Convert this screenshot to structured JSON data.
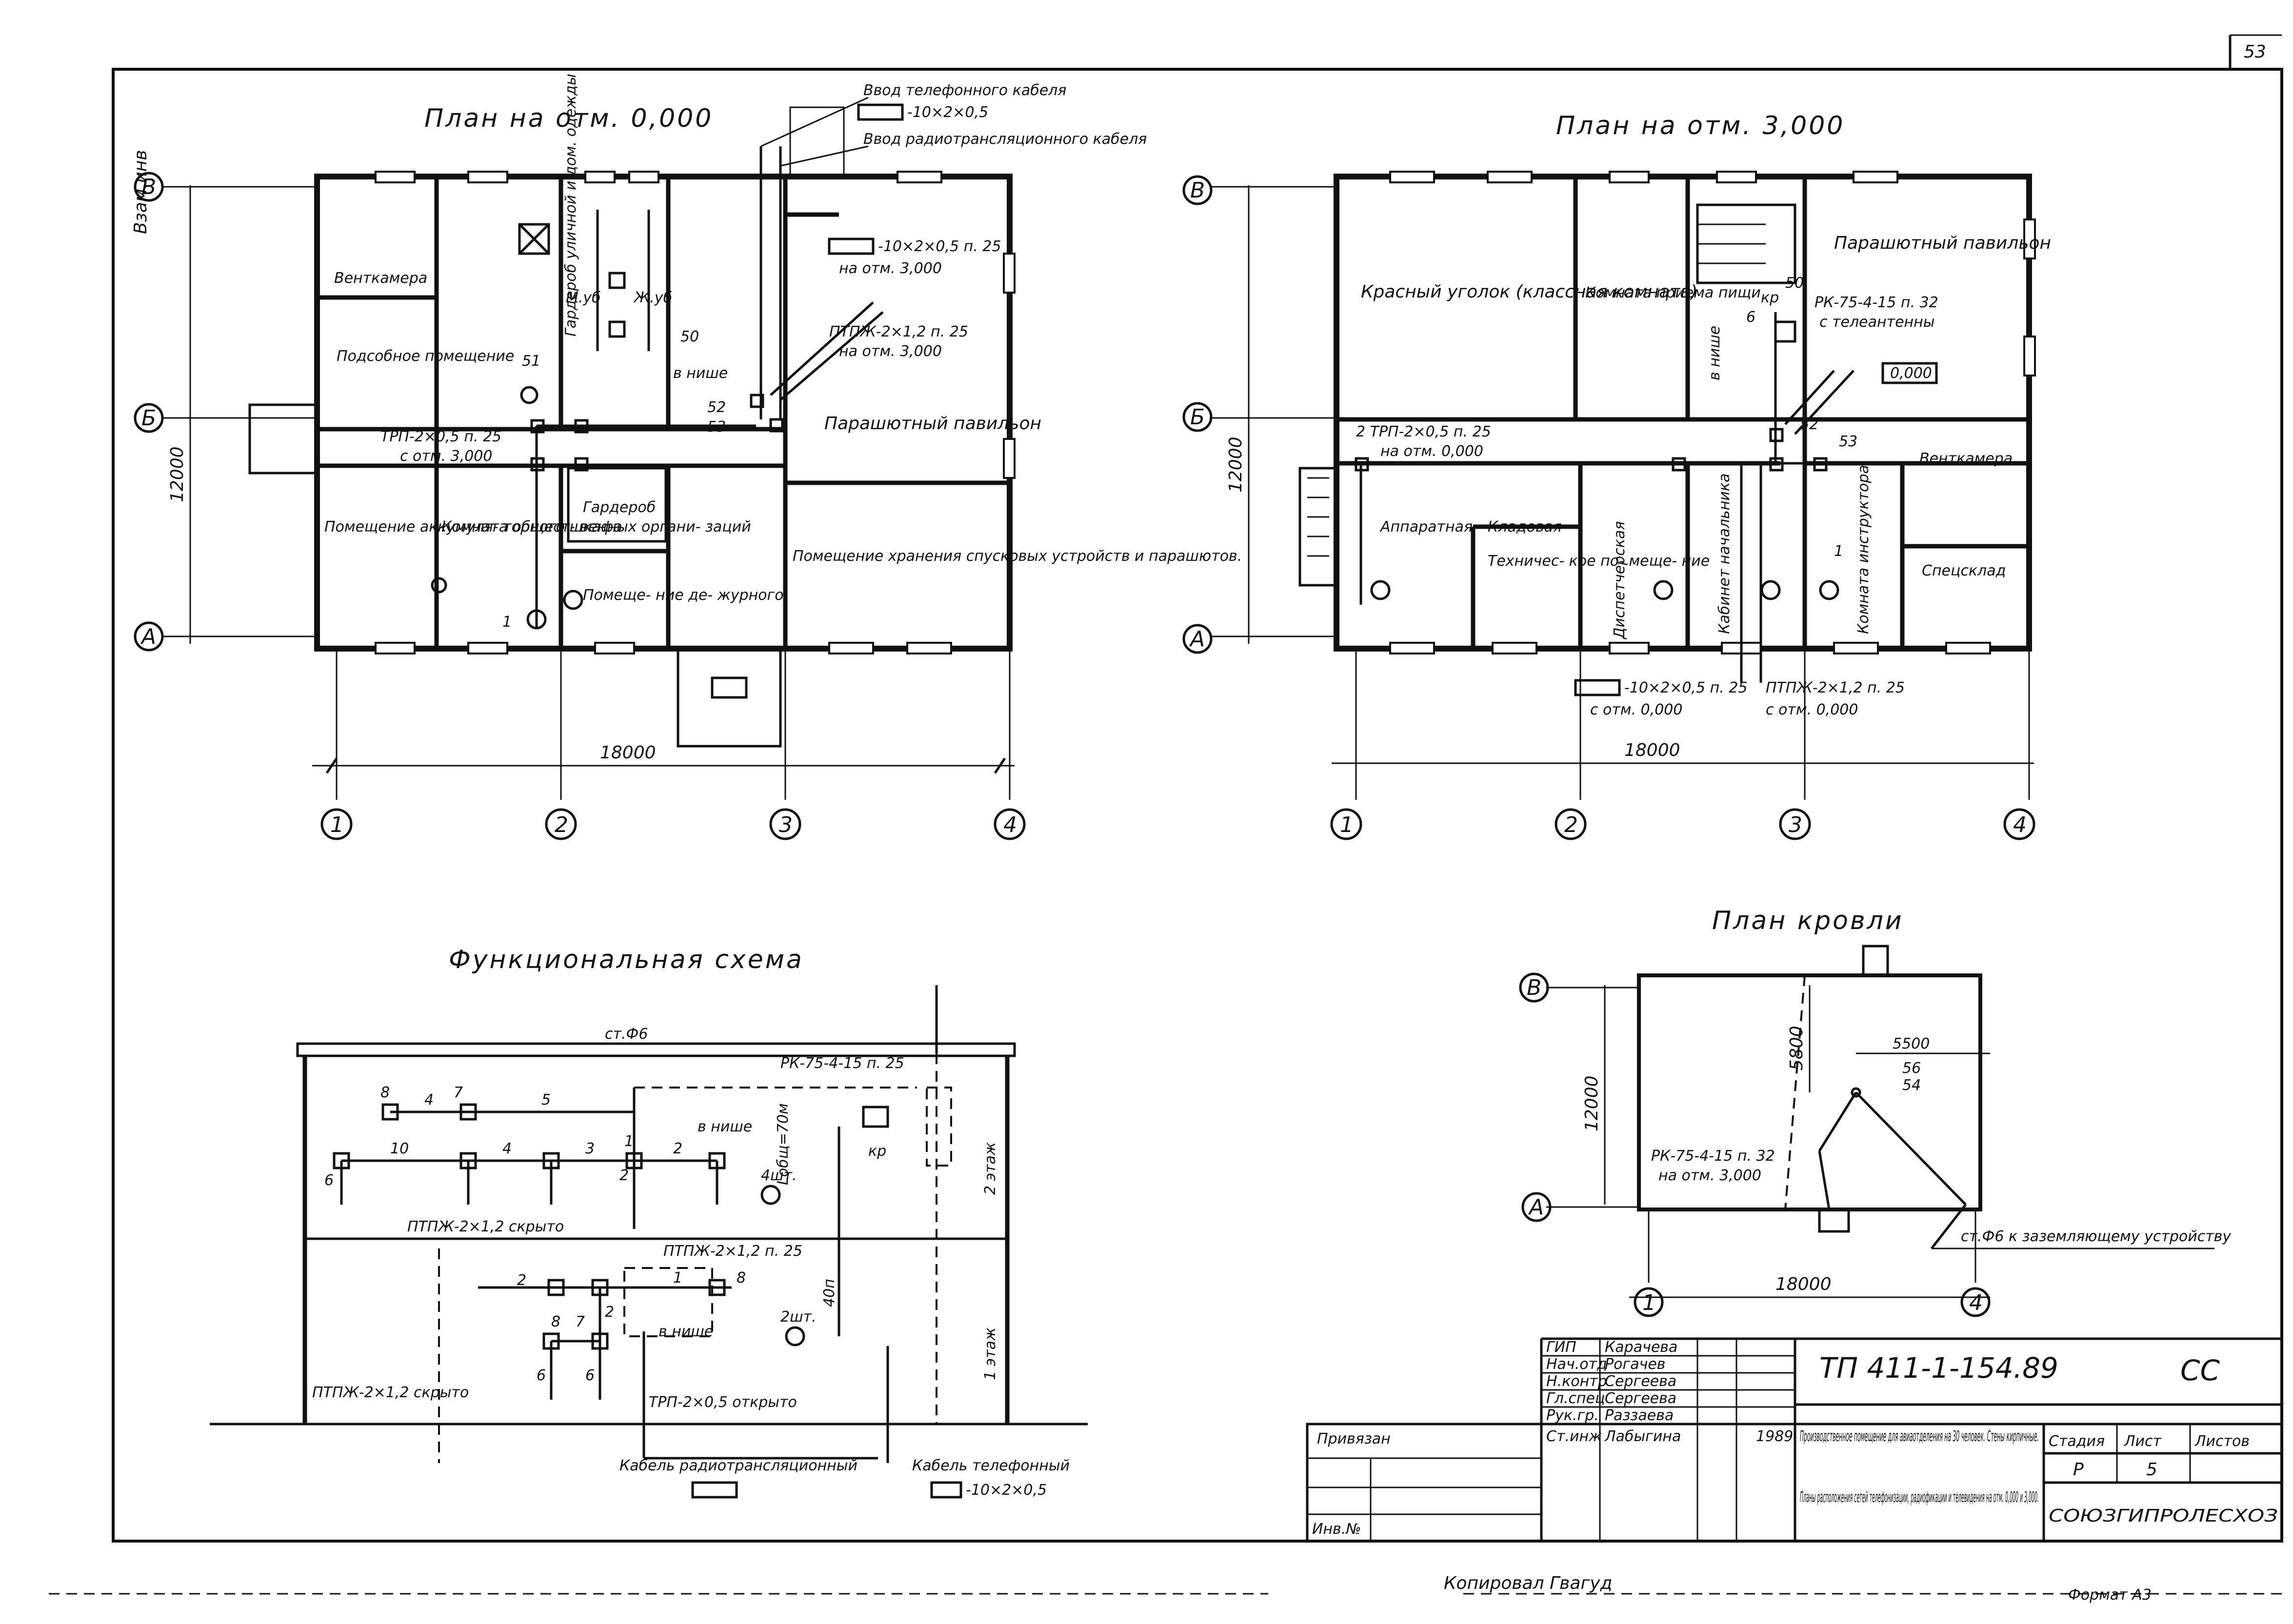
{
  "sheet": {
    "page_number": "53",
    "side_note": "Взам.инв",
    "bottom_left": "Инв.№",
    "copied_by": "Копировал Гвагуд",
    "format": "Формат А3"
  },
  "plan1": {
    "title": "План на отм. 0,000",
    "dimension_width": "18000",
    "dimension_height": "12000",
    "axes_rows": [
      "В",
      "Б",
      "А"
    ],
    "axes_cols": [
      "1",
      "2",
      "3",
      "4"
    ],
    "rooms": [
      "Венткамера",
      "Подсобное помещение",
      "Гардероб уличной и дом. одежды",
      "М.уб",
      "Ж.уб",
      "Парашютный павильон",
      "Помещение аккумуля- торного шкафа",
      "Комната общест- венных органи- заций",
      "Гардероб",
      "Помеще- ние де- журного",
      "Помещение хранения спусковых устройств и парашютов."
    ],
    "notes": [
      "Ввод телефонного кабеля",
      "-10×2×0,5",
      "Ввод радиотрансляционного кабеля",
      "-10×2×0,5 п. 25",
      "на отм. 3,000",
      "ПТПЖ-2×1,2 п. 25",
      "на отм. 3,000",
      "в нише",
      "ТРП-2×0,5 п. 25",
      "с отм. 3,000"
    ],
    "marks": [
      "50",
      "51",
      "52",
      "53",
      "1"
    ]
  },
  "plan2": {
    "title": "План на отм. 3,000",
    "dimension_width": "18000",
    "dimension_height": "12000",
    "axes_rows": [
      "В",
      "Б",
      "А"
    ],
    "axes_cols": [
      "1",
      "2",
      "3",
      "4"
    ],
    "rooms": [
      "Красный уголок (классная комната)",
      "Комната приема пищи",
      "Парашютный павильон",
      "Аппаратная",
      "Кладовая",
      "Техничес- кое по- меще- ние",
      "Диспетчерская",
      "Кабинет начальника",
      "Комната инструктора",
      "Венткамера",
      "Спецсклад"
    ],
    "notes": [
      "РК-75-4-15 п. 32",
      "с телеантенны",
      "0,000",
      "2 ТРП-2×0,5 п. 25",
      "на отм. 0,000",
      "-10×2×0,5 п. 25",
      "с отм. 0,000",
      "ПТПЖ-2×1,2 п. 25",
      "с отм. 0,000",
      "в нише"
    ],
    "marks": [
      "50",
      "52",
      "53",
      "6",
      "кр",
      "1"
    ]
  },
  "roof": {
    "title": "План кровли",
    "dimension_width": "18000",
    "dimension_height": "12000",
    "dim_5800": "5800",
    "dim_5500": "5500",
    "axes_rows": [
      "В",
      "А"
    ],
    "axes_cols": [
      "1",
      "4"
    ],
    "note_cable": "РК-75-4-15 п. 32",
    "note_cable_level": "на отм. 3,000",
    "mark": "56",
    "mark_sub": "54",
    "ground_note": "ст.Ф6 к заземляющему устройству"
  },
  "scheme": {
    "title": "Функциональная схема",
    "labels": [
      "ст.Ф6",
      "РК-75-4-15 п. 25",
      "в нише",
      "ПТПЖ-2×1,2 скрыто",
      "ПТПЖ-2×1,2 п. 25",
      "в нише",
      "ТРП-2×0,5 открыто",
      "ПТПЖ-2×1,2 скрыто",
      "Lобщ=70м",
      "4шт.",
      "2шт.",
      "40п",
      "кр",
      "2 этаж",
      "1 этаж",
      "Кабель радиотрансляционный",
      "Кабель телефонный",
      "-10×2×0,5"
    ],
    "numbers": [
      "8",
      "4",
      "7",
      "5",
      "10",
      "4",
      "3",
      "2",
      "1",
      "2",
      "8",
      "6",
      "2",
      "7",
      "8",
      "1",
      "2",
      "6",
      "6"
    ]
  },
  "title_block": {
    "code": "ТП 411-1-154.89",
    "mark": "СС",
    "project": "Производственное помещение для авиаотделения на 30 человек. Стены кирпичные.",
    "sheet_name": "Планы расположения сетей телефонизации, радиофикации и телевидения на отм. 0,000 и 3,000.",
    "stage_label": "Стадия",
    "sheet_label": "Лист",
    "sheets_label": "Листов",
    "stage": "Р",
    "sheet": "5",
    "org": "СОЮЗГИПРОЛЕСХОЗ",
    "attached_label": "Привязан",
    "roles": [
      "ГИП",
      "Нач.отд",
      "Н.контр",
      "Гл.спец",
      "Рук.гр.",
      "Ст.инж"
    ],
    "names": [
      "Карачева",
      "Рогачев",
      "Сергеева",
      "Сергеева",
      "Раззаева",
      "Лабыгина"
    ],
    "date": "1989"
  }
}
